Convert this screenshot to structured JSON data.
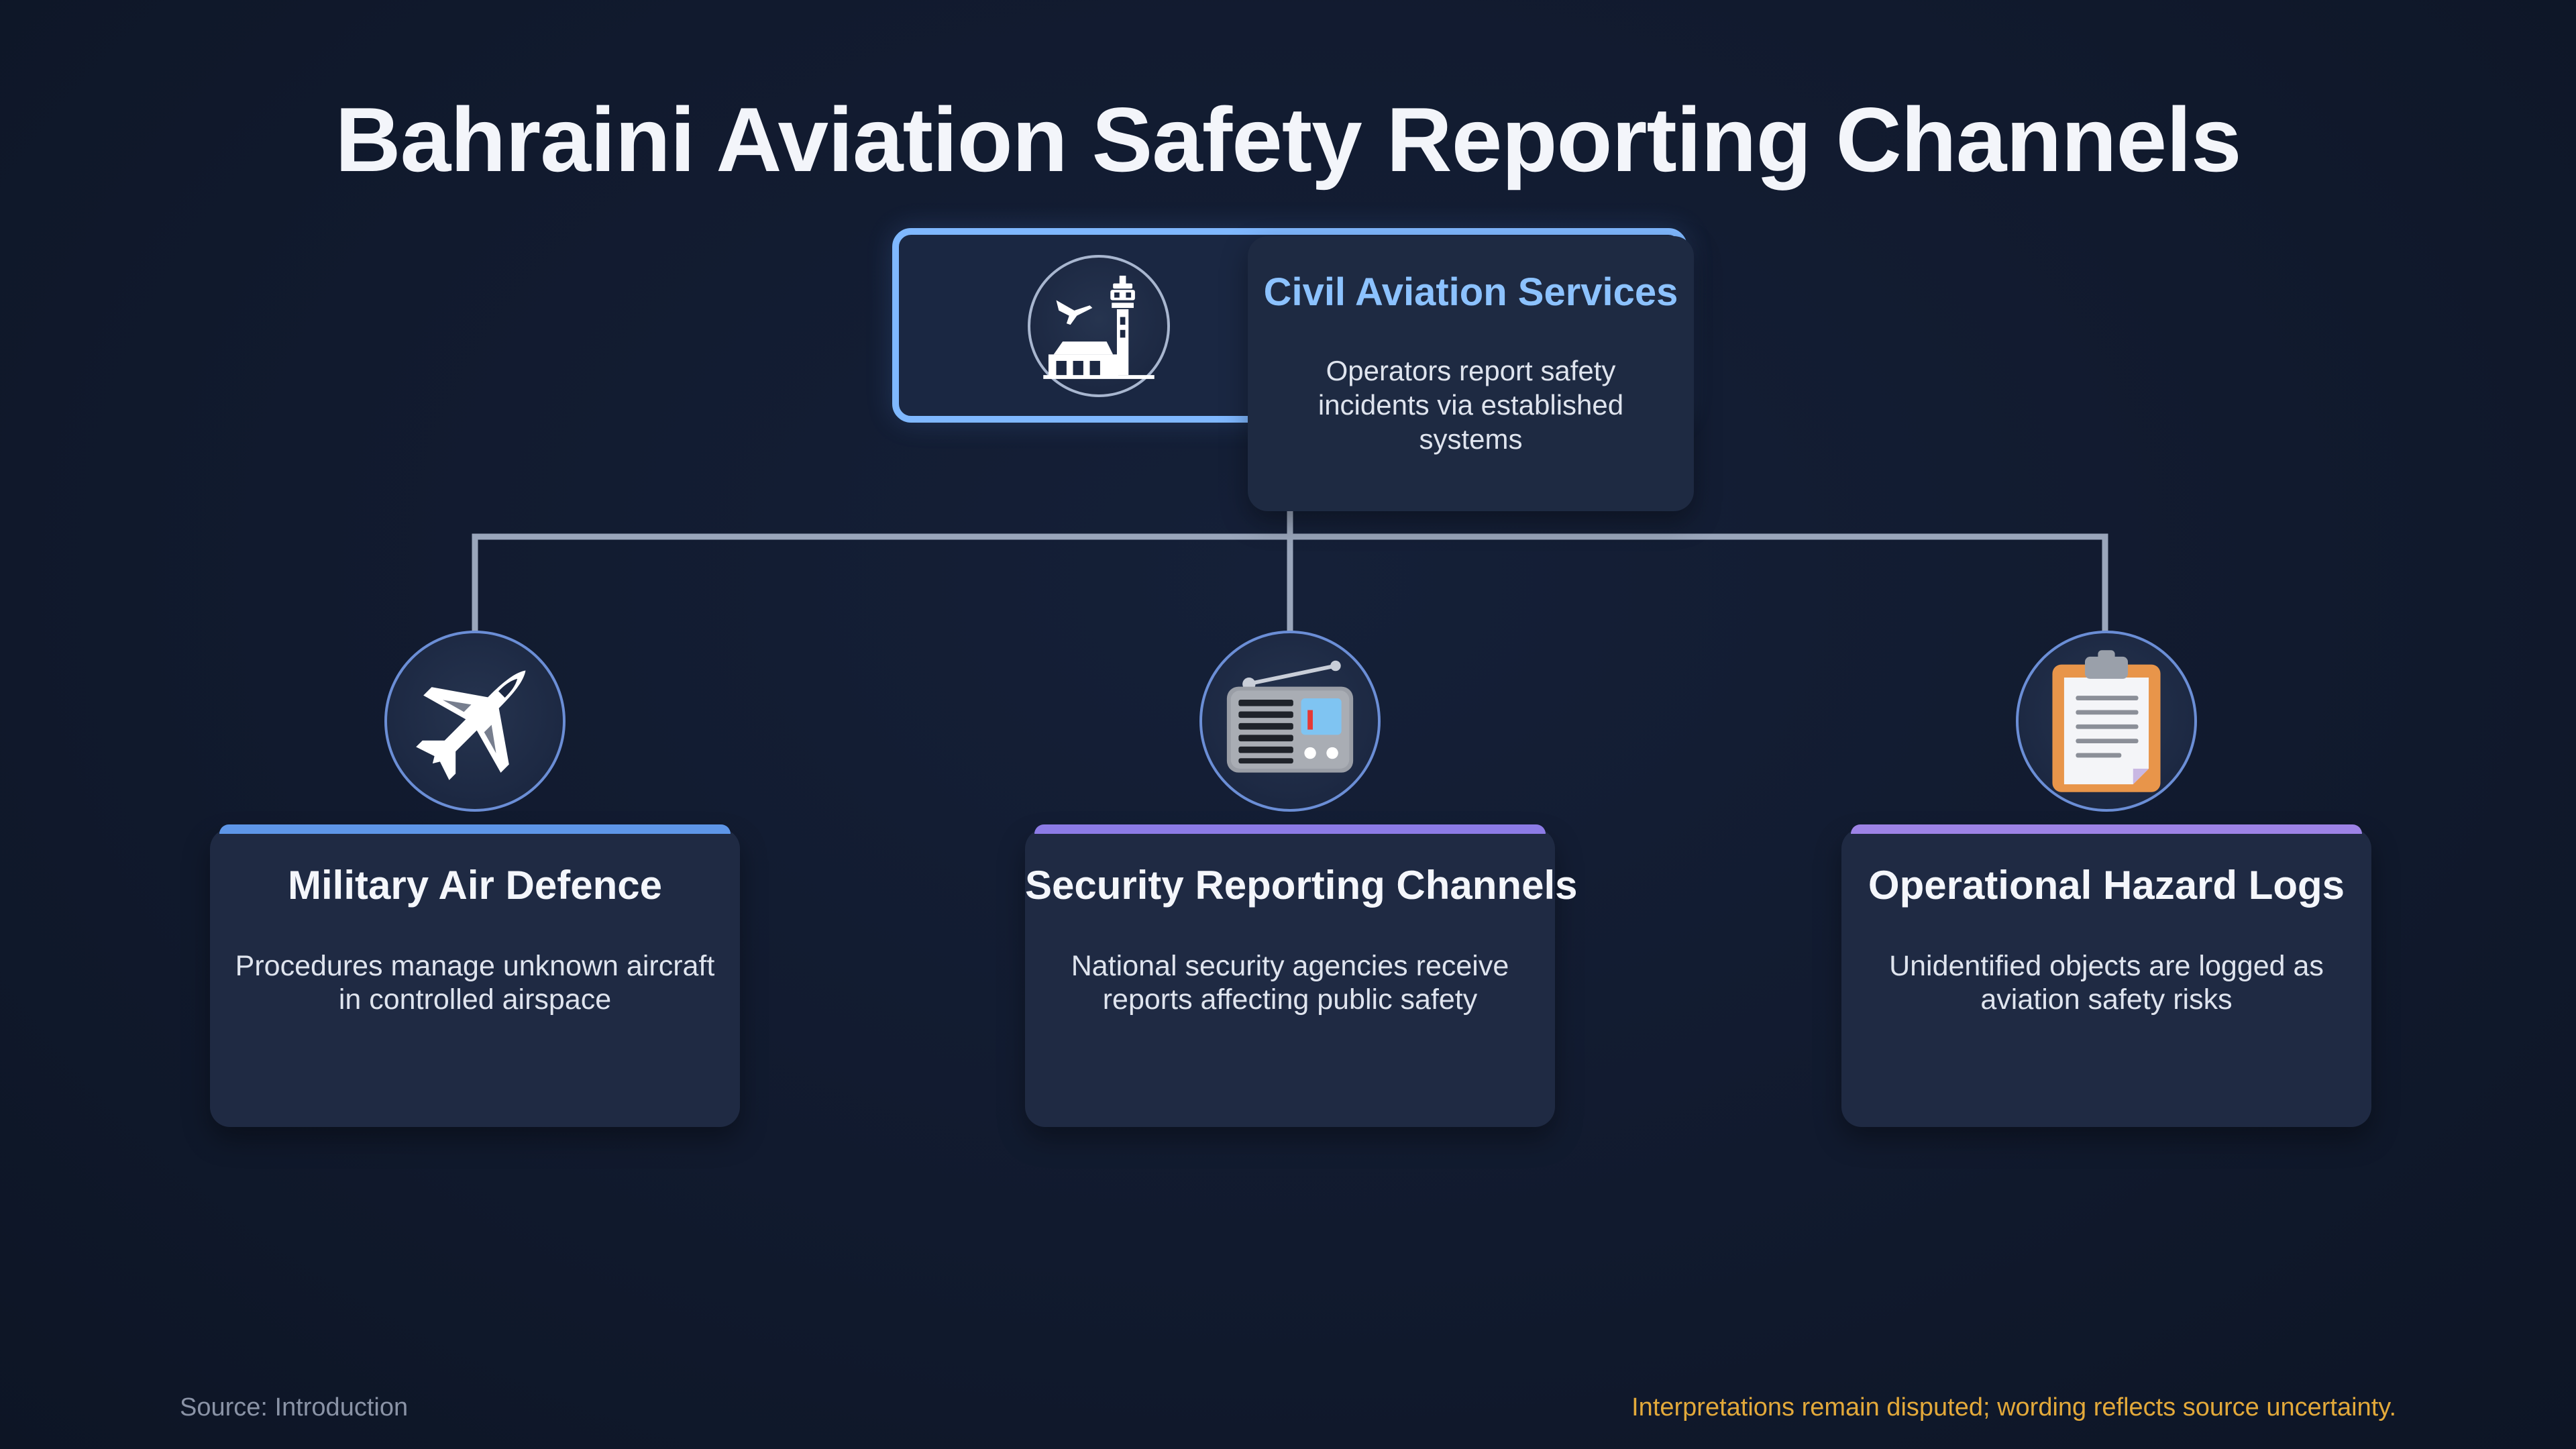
{
  "title": "Bahraini Aviation Safety Reporting Channels",
  "root": {
    "title": "Civil Aviation Services",
    "description": "Operators report safety incidents via established systems",
    "icon": "airport-tower-icon"
  },
  "children": [
    {
      "title": "Military Air Defence",
      "description": "Procedures manage unknown aircraft in controlled airspace",
      "icon": "fighter-jet-icon"
    },
    {
      "title": "Security Reporting Channels",
      "description": "National security agencies receive reports affecting public safety",
      "icon": "radio-icon"
    },
    {
      "title": "Operational Hazard Logs",
      "description": "Unidentified objects are logged as aviation safety risks",
      "icon": "clipboard-icon"
    }
  ],
  "footer": {
    "source": "Source: Introduction",
    "note": "Interpretations remain disputed; wording reflects source uncertainty."
  },
  "colors": {
    "background": "#111a2e",
    "root_border": "#7fb8ff",
    "root_title": "#8cc2ff",
    "connector": "#9aa6bb",
    "note": "#e3a93a"
  }
}
